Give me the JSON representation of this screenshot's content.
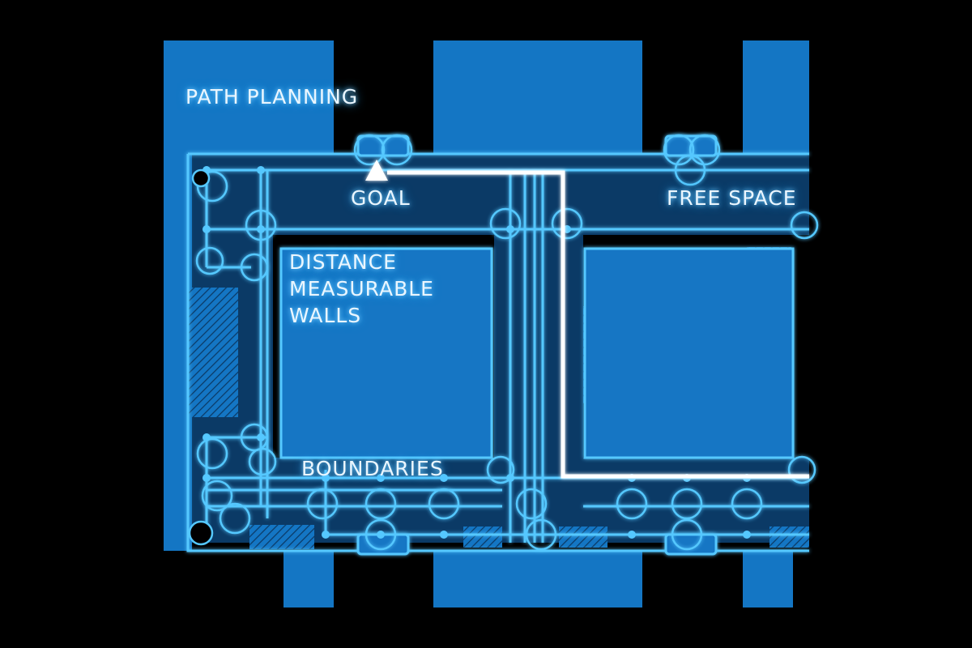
{
  "title": "PATH PLANNING",
  "labels": {
    "goal": "GOAL",
    "free_space": "FREE  SPACE",
    "walls": "DISTANCE\nMEASURABLE\nWALLS",
    "boundaries": "BOUNDARIES"
  },
  "colors": {
    "background": "#000000",
    "wall_blue": "#1476c4",
    "corridor_dark": "#0b3a66",
    "boundary_line": "#55c8ff",
    "path": "#ffffff"
  },
  "icons": {
    "goal_marker": "triangle-goal-icon",
    "nodes": "circle-node-icon"
  }
}
